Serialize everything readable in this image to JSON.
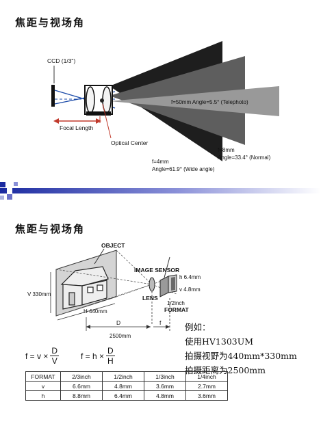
{
  "slide1": {
    "title": "焦距与视场角",
    "labels": {
      "ccd": "CCD (1/3\")",
      "focal_length": "Focal Length",
      "optical_center": "Optical Center",
      "telephoto": "f=50mm Angle=5.5° (Telephoto)",
      "normal_f": "f=8mm",
      "normal_angle": "Angle=33.4° (Normal)",
      "wide_f": "f=4mm",
      "wide_angle": "Angle=61.9° (Wide angle)"
    }
  },
  "slide2": {
    "title": "焦距与视场角",
    "labels": {
      "object": "OBJECT",
      "image_sensor": "IMAGE SENSOR",
      "lens": "LENS",
      "v_object": "V 330mm",
      "h_object": "H 440mm",
      "h_sensor": "h 6.4mm",
      "v_sensor": "v 4.8mm",
      "sensor_size": "1/2inch",
      "format": "FORMAT",
      "d": "D",
      "f": "f",
      "distance": "2500mm"
    },
    "formulas": {
      "f1_prefix": "f = v ×",
      "f1_num": "D",
      "f1_den": "V",
      "f2_prefix": "f = h ×",
      "f2_num": "D",
      "f2_den": "H"
    },
    "example": {
      "line1": "例如：",
      "line2": "使用HV1303UM",
      "line3": "拍摄视野为440mm*330mm",
      "line4": "拍摄距离为2500mm"
    },
    "table": {
      "headers": [
        "FORMAT",
        "2/3inch",
        "1/2inch",
        "1/3inch",
        "1/4inch"
      ],
      "rows": [
        [
          "v",
          "6.6mm",
          "4.8mm",
          "3.6mm",
          "2.7mm"
        ],
        [
          "h",
          "8.8mm",
          "6.4mm",
          "4.8mm",
          "3.6mm"
        ]
      ]
    }
  }
}
